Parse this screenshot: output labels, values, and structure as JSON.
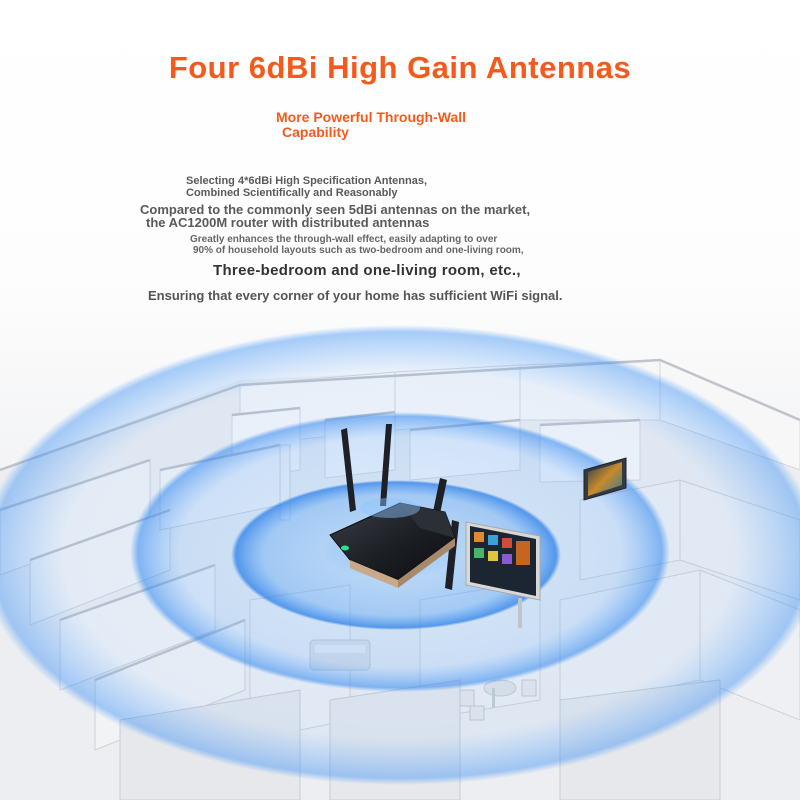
{
  "header": {
    "title": "Four 6dBi High Gain Antennas",
    "subtitle_line1": "More Powerful Through-Wall",
    "subtitle_line2": "Capability"
  },
  "body_text": {
    "line1a": "Selecting 4*6dBi High Specification Antennas,",
    "line1b": "Combined Scientifically and Reasonably",
    "line2a": "Compared to the commonly seen 5dBi antennas on the market,",
    "line2b": "the AC1200M router with distributed antennas",
    "line3a": "Greatly enhances the through-wall effect, easily adapting to over",
    "line3b": "90% of household layouts such as two-bedroom and one-living room,",
    "line4": "Three-bedroom and one-living room, etc.,",
    "line5": "Ensuring that every corner of your home has sufficient WiFi signal."
  },
  "colors": {
    "accent": "#f55a1c",
    "signal": "#3a8df0",
    "router": "#1c1f24"
  },
  "icons": {
    "router": "router-icon",
    "antenna": "antenna-icon",
    "signal": "wifi-signal-rings",
    "tv": "tv-icon",
    "tablet": "tablet-icon",
    "furniture": "furniture-icons"
  }
}
